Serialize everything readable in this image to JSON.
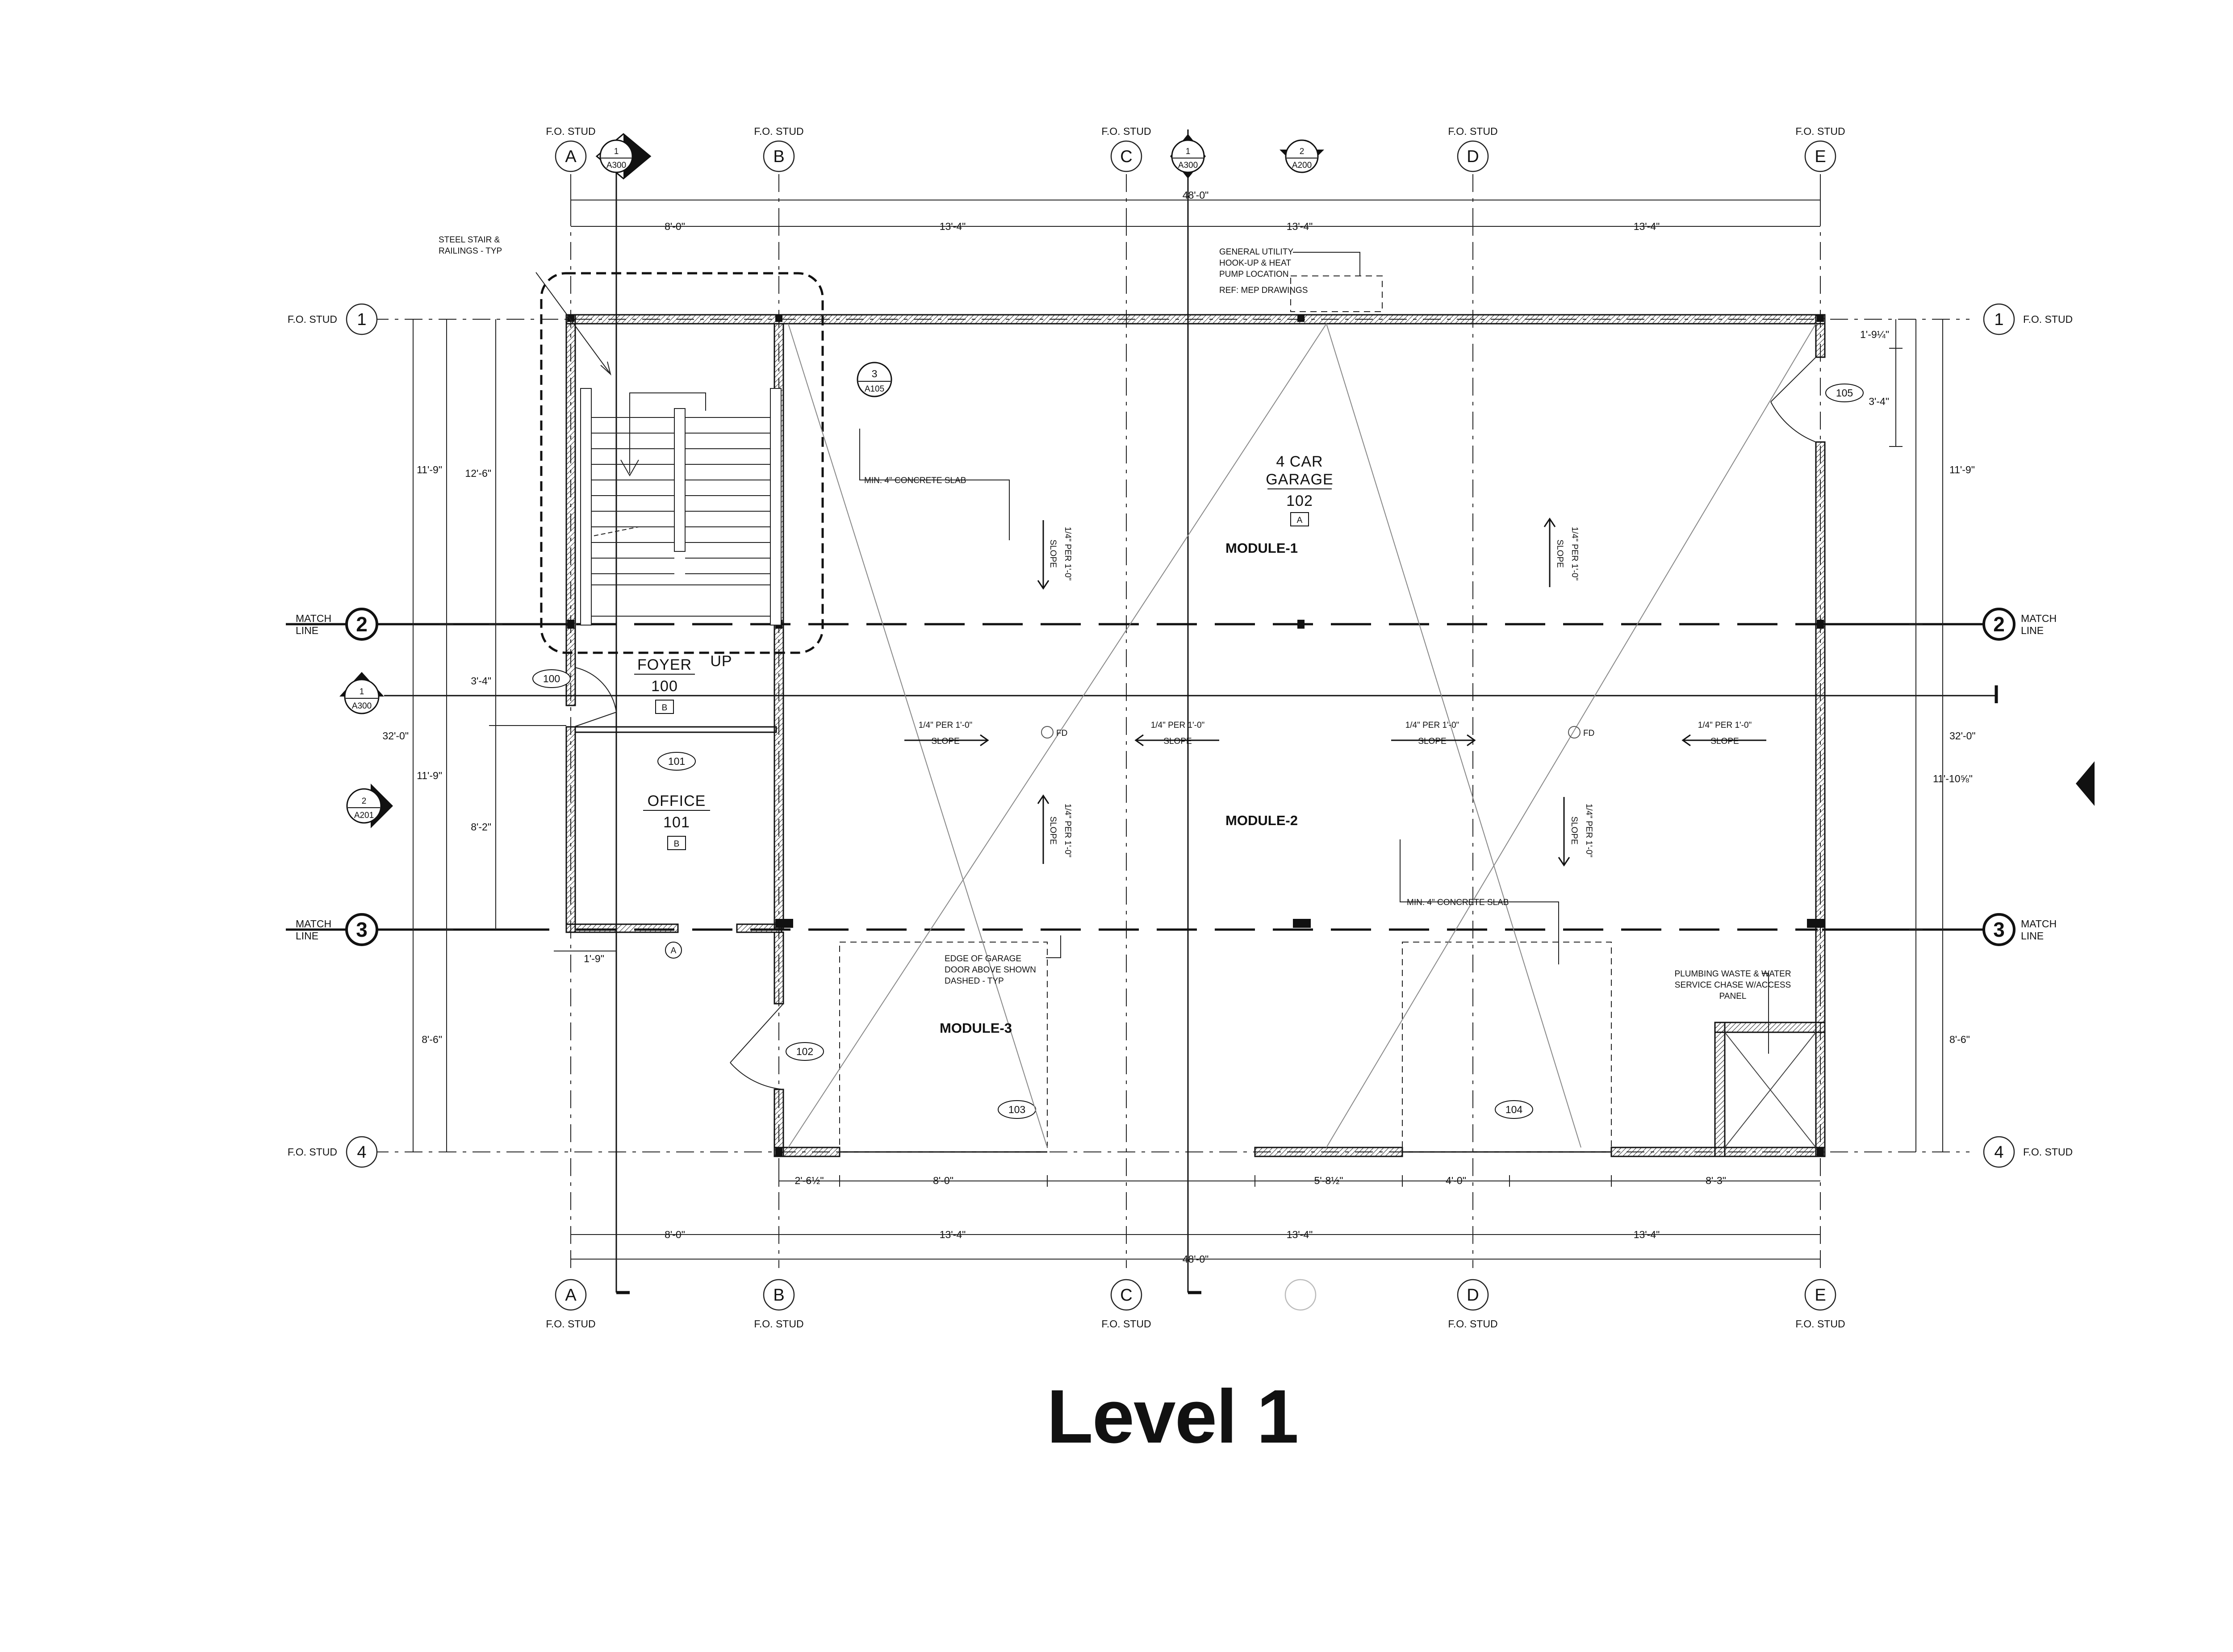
{
  "caption": "Level 1",
  "grid": {
    "stud_label": "F.O. STUD",
    "cols": [
      "A",
      "B",
      "C",
      "D",
      "E"
    ],
    "rows": [
      "1",
      "2",
      "3",
      "4"
    ],
    "match_line": [
      "MATCH",
      "LINE"
    ]
  },
  "dimensions": {
    "overall_width": "48'-0\"",
    "bay_a_b": "8'-0\"",
    "bay_b_c": "13'-4\"",
    "bay_c_d": "13'-4\"",
    "bay_d_e": "13'-4\"",
    "overall_depth": "32'-0\"",
    "left_1_2": "11'-9\"",
    "left_2_3": "11'-9\"",
    "left_3_4": "8'-6\"",
    "stair_run": "12'-6\"",
    "foyer_depth": "3'-4\"",
    "office_depth": "8'-2\"",
    "office_offset": "1'-9\"",
    "right_1_2": "11'-9\"",
    "right_2_3": "11'-10⅝\"",
    "right_3_4": "8'-6\"",
    "door105_offset": "1'-9¼\"",
    "door105_width": "3'-4\"",
    "bottom_seg1": "2'-6½\"",
    "bottom_seg2": "8'-0\"",
    "bottom_seg3": "5'-8½\"",
    "bottom_seg4": "4'-0\"",
    "bottom_seg5": "8'-3\""
  },
  "rooms": {
    "garage_name": [
      "4 CAR",
      "GARAGE"
    ],
    "garage_num": "102",
    "garage_tag": "A",
    "foyer_name": "FOYER",
    "foyer_up": "UP",
    "foyer_num": "100",
    "foyer_tag": "B",
    "office_name": "OFFICE",
    "office_num": "101",
    "office_tag": "B"
  },
  "modules": [
    "MODULE-1",
    "MODULE-2",
    "MODULE-3"
  ],
  "doors": [
    "100",
    "101",
    "102",
    "103",
    "104",
    "105"
  ],
  "door_type_tag": "A",
  "sections": {
    "s1": {
      "num": "1",
      "sheet": "A300"
    },
    "s2": {
      "num": "2",
      "sheet": "A200"
    },
    "s3": {
      "num": "3",
      "sheet": "A105"
    },
    "s4": {
      "num": "2",
      "sheet": "A201"
    }
  },
  "notes": {
    "stair": [
      "STEEL STAIR &",
      "RAILINGS - TYP"
    ],
    "utility": [
      "GENERAL UTILITY",
      "HOOK-UP & HEAT",
      "PUMP LOCATION"
    ],
    "utility_ref": "REF: MEP DRAWINGS",
    "slab": "MIN. 4\" CONCRETE SLAB",
    "garage_door": [
      "EDGE OF GARAGE",
      "DOOR ABOVE SHOWN",
      "DASHED - TYP"
    ],
    "plumbing": [
      "PLUMBING WASTE & WATER",
      "SERVICE CHASE W/ACCESS",
      "PANEL"
    ],
    "slope_rate": "1/4\" PER 1'-0\"",
    "slope": "SLOPE",
    "floor_drain": "FD"
  },
  "colors": {
    "line": "#1a1a1a",
    "light": "#9a9a9a",
    "background": "#ffffff"
  }
}
